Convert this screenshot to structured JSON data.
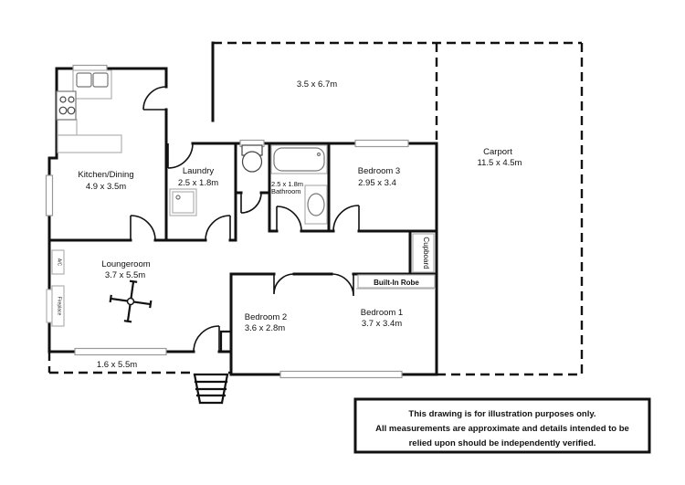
{
  "plan": {
    "rooms": {
      "kitchen_dining": {
        "name": "Kitchen/Dining",
        "dims": "4.9 x 3.5m"
      },
      "laundry": {
        "name": "Laundry",
        "dims": "2.5 x 1.8m"
      },
      "bathroom": {
        "name": "Bathroom",
        "dims": "2.5 x 1.8m"
      },
      "bedroom3": {
        "name": "Bedroom 3",
        "dims": "2.95 x 3.4"
      },
      "bedroom2": {
        "name": "Bedroom 2",
        "dims": "3.6 x 2.8m"
      },
      "bedroom1": {
        "name": "Bedroom 1",
        "dims": "3.7 x 3.4m"
      },
      "loungeroom": {
        "name": "Loungeroom",
        "dims": "3.7 x 5.5m"
      },
      "carport": {
        "name": "Carport",
        "dims": "11.5 x 4.5m"
      },
      "deck_area": {
        "dims": "3.5 x 6.7m"
      },
      "verandah": {
        "dims": "1.6 x 5.5m"
      },
      "cupboard": {
        "name": "Cupboard"
      },
      "built_in_robe": {
        "name": "Built-In Robe"
      },
      "air_conditioner": {
        "name": "A/C"
      },
      "fireplace": {
        "name": "Fireplace"
      }
    },
    "disclaimer": {
      "line1": "This drawing is for illustration purposes only.",
      "line2": "All measurements are approximate and details intended to be",
      "line3": "relied upon should be independently verified."
    },
    "colors": {
      "wall": "#111111",
      "fixture_light": "#b0b0b0",
      "background": "#ffffff"
    }
  }
}
